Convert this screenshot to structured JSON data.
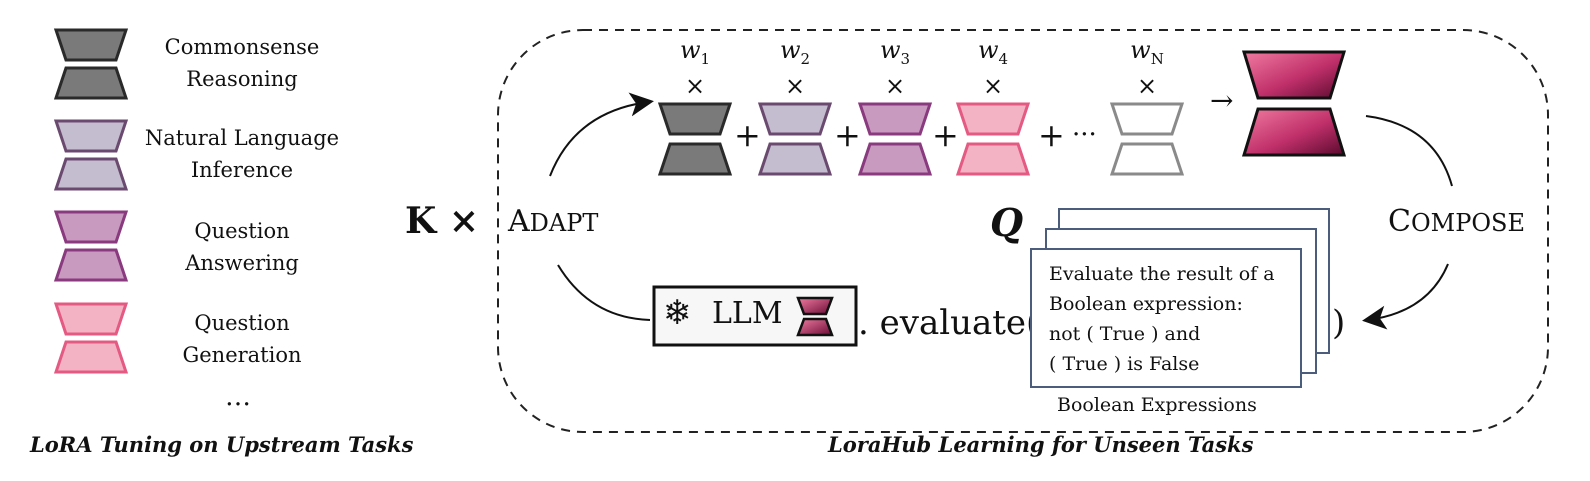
{
  "legend": {
    "items": [
      {
        "label_line1": "Commonsense",
        "label_line2": "Reasoning",
        "fill": "#7a7a7a",
        "stroke": "#2a2a2a"
      },
      {
        "label_line1": "Natural Language",
        "label_line2": "Inference",
        "fill": "#c4bdd0",
        "stroke": "#6b4a70"
      },
      {
        "label_line1": "Question",
        "label_line2": "Answering",
        "fill": "#c99ac0",
        "stroke": "#8a3a7e"
      },
      {
        "label_line1": "Question",
        "label_line2": "Generation",
        "fill": "#f3b3c4",
        "stroke": "#e45a82"
      }
    ],
    "ellipsis": "…",
    "caption": "LoRA Tuning on Upstream Tasks"
  },
  "loop": {
    "k_label": "K ×",
    "adapt_big": "A",
    "adapt_rest": "DAPT",
    "compose_big": "C",
    "compose_rest": "OMPOSE",
    "caption": "LoraHub Learning for Unseen Tasks"
  },
  "weights": [
    {
      "base": "w",
      "sub": "1"
    },
    {
      "base": "w",
      "sub": "2"
    },
    {
      "base": "w",
      "sub": "3"
    },
    {
      "base": "w",
      "sub": "4"
    },
    {
      "base": "w",
      "sub": "N"
    }
  ],
  "operators": {
    "times": "×",
    "plus": "+",
    "dots": "···",
    "arrow": "→"
  },
  "llm": {
    "label": "LLM",
    "snowflake": "❄",
    "call": ". evaluate(",
    "close": ")"
  },
  "query": {
    "symbol": "Q",
    "lines": [
      "Evaluate the result of a",
      "Boolean expression:",
      "not ( True ) and",
      "( True ) is False"
    ],
    "stack_caption": "Boolean Expressions"
  },
  "icons": [
    "snowflake-icon",
    "lora-module-icon"
  ]
}
